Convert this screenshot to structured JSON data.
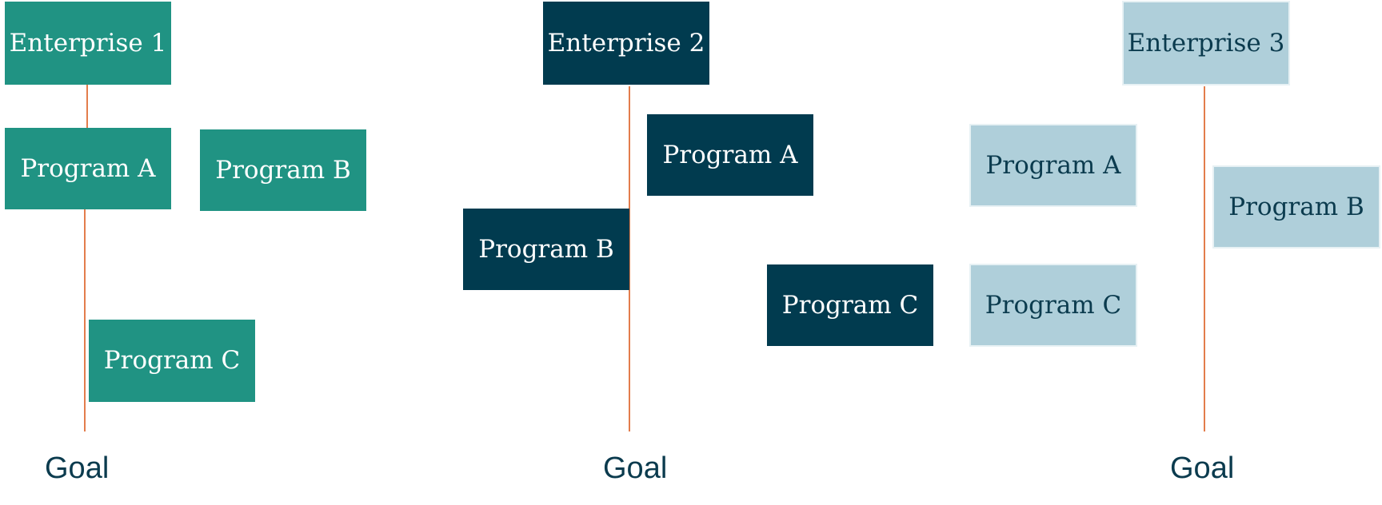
{
  "colors": {
    "teal": "#209383",
    "navy": "#013b4f",
    "light_blue": "#afcfda",
    "line": "#e37d4c",
    "goal_text": "#0b3b4e"
  },
  "groups": [
    {
      "enterprise": "Enterprise 1",
      "programs": [
        "Program A",
        "Program B",
        "Program C"
      ],
      "goal": "Goal"
    },
    {
      "enterprise": "Enterprise 2",
      "programs": [
        "Program A",
        "Program B",
        "Program C"
      ],
      "goal": "Goal"
    },
    {
      "enterprise": "Enterprise 3",
      "programs": [
        "Program A",
        "Program B",
        "Program C"
      ],
      "goal": "Goal"
    }
  ]
}
